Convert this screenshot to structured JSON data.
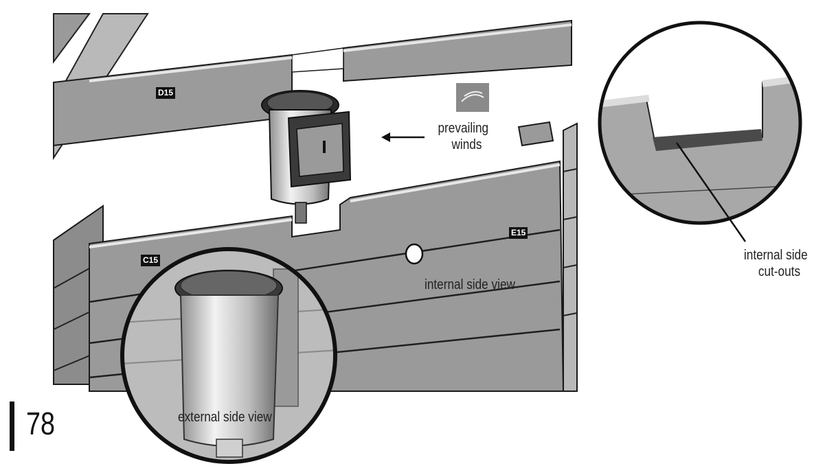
{
  "figure": {
    "panel_labels": {
      "d15": "D15",
      "c15": "C15",
      "e15": "E15"
    },
    "annotations": {
      "prevailing_winds": [
        "prevailing",
        "winds"
      ],
      "internal_side_view": "internal side view",
      "external_side_view": "external side view",
      "internal_side_cutouts": [
        "internal side",
        "cut-outs"
      ]
    },
    "page_number": "78",
    "icons": [
      "wind-icon",
      "arrow-left-icon",
      "skimmer-icon"
    ]
  }
}
